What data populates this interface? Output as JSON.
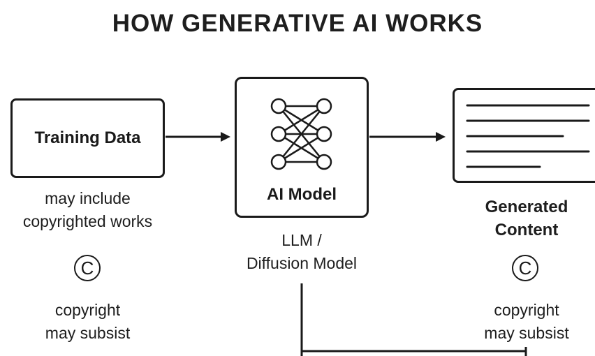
{
  "title": "HOW GENERATIVE AI WORKS",
  "nodes": {
    "training": {
      "label": "Training Data",
      "note_line1": "may include",
      "note_line2": "copyrighted works",
      "copyright_symbol": "C",
      "copyright_line1": "copyright",
      "copyright_line2": "may subsist"
    },
    "model": {
      "label": "AI Model",
      "note_line1": "LLM /",
      "note_line2": "Diffusion Model",
      "icon": "neural-network-icon"
    },
    "content": {
      "label_line1": "Generated",
      "label_line2": "Content",
      "icon": "document-lines-icon",
      "copyright_symbol": "C",
      "copyright_line1": "copyright",
      "copyright_line2": "may subsist"
    }
  },
  "colors": {
    "ink": "#1a1a1a",
    "background": "#ffffff"
  }
}
